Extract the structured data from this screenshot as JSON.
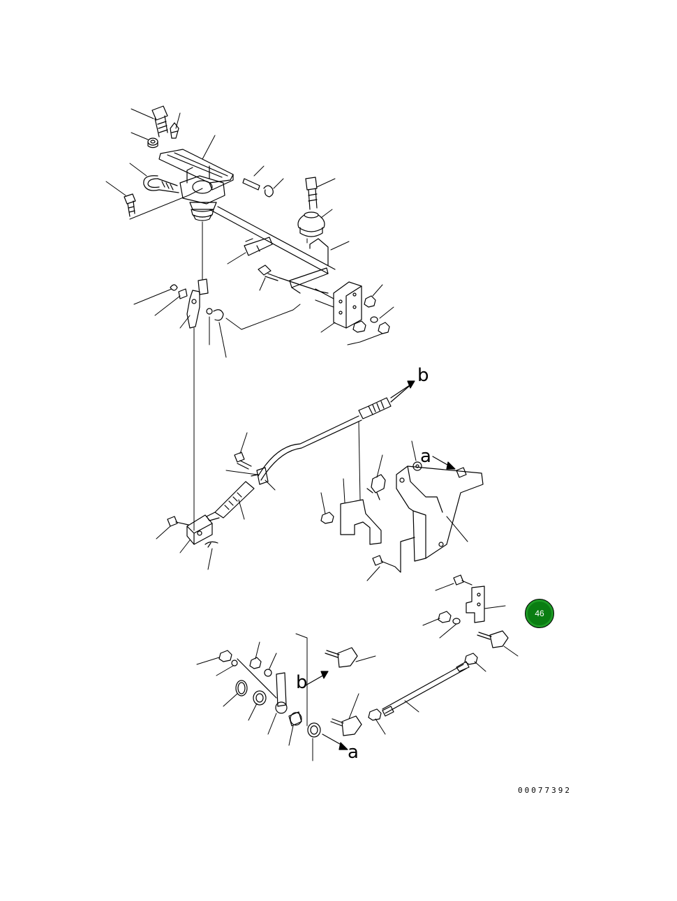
{
  "diagram": {
    "reference_letters": {
      "b_top": "b",
      "a_right": "a",
      "b_bottom": "b",
      "a_bottom": "a"
    },
    "drawing_code": "00077392",
    "page_badge": "46",
    "colors": {
      "line": "#000000",
      "badge_fill": "#0a7d12",
      "badge_text": "#ffffff"
    }
  }
}
